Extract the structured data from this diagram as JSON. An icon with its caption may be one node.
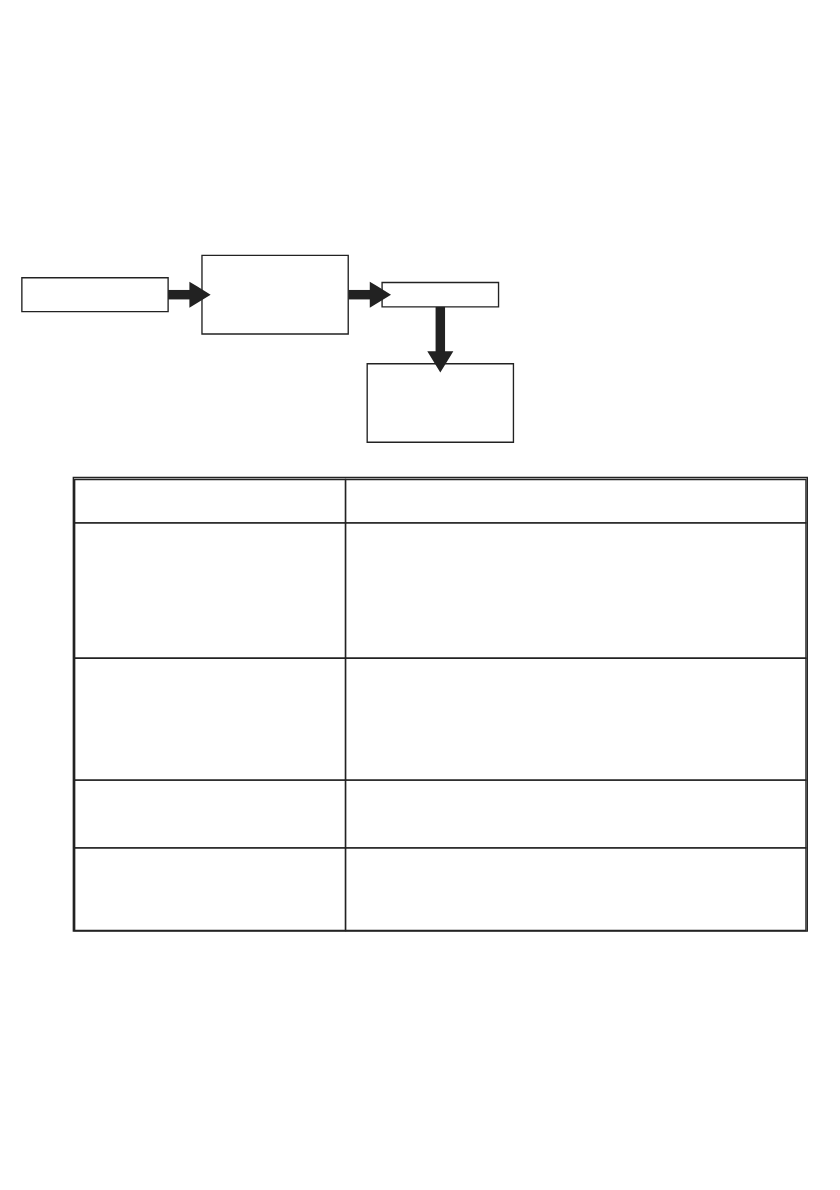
{
  "diagram": {
    "nodes": [
      {
        "text": [],
        "shape": "box"
      },
      {
        "text": [],
        "shape": "box"
      },
      {
        "text": [],
        "shape": "box"
      },
      {
        "text": [],
        "shape": "box"
      },
      {
        "text": [],
        "shape": "table"
      }
    ],
    "edges": [
      {
        "from": 0,
        "to": 1,
        "arrow": "to"
      },
      {
        "from": 1,
        "to": 2,
        "arrow": "to"
      },
      {
        "from": 2,
        "to": 3,
        "arrow": "to"
      }
    ]
  }
}
